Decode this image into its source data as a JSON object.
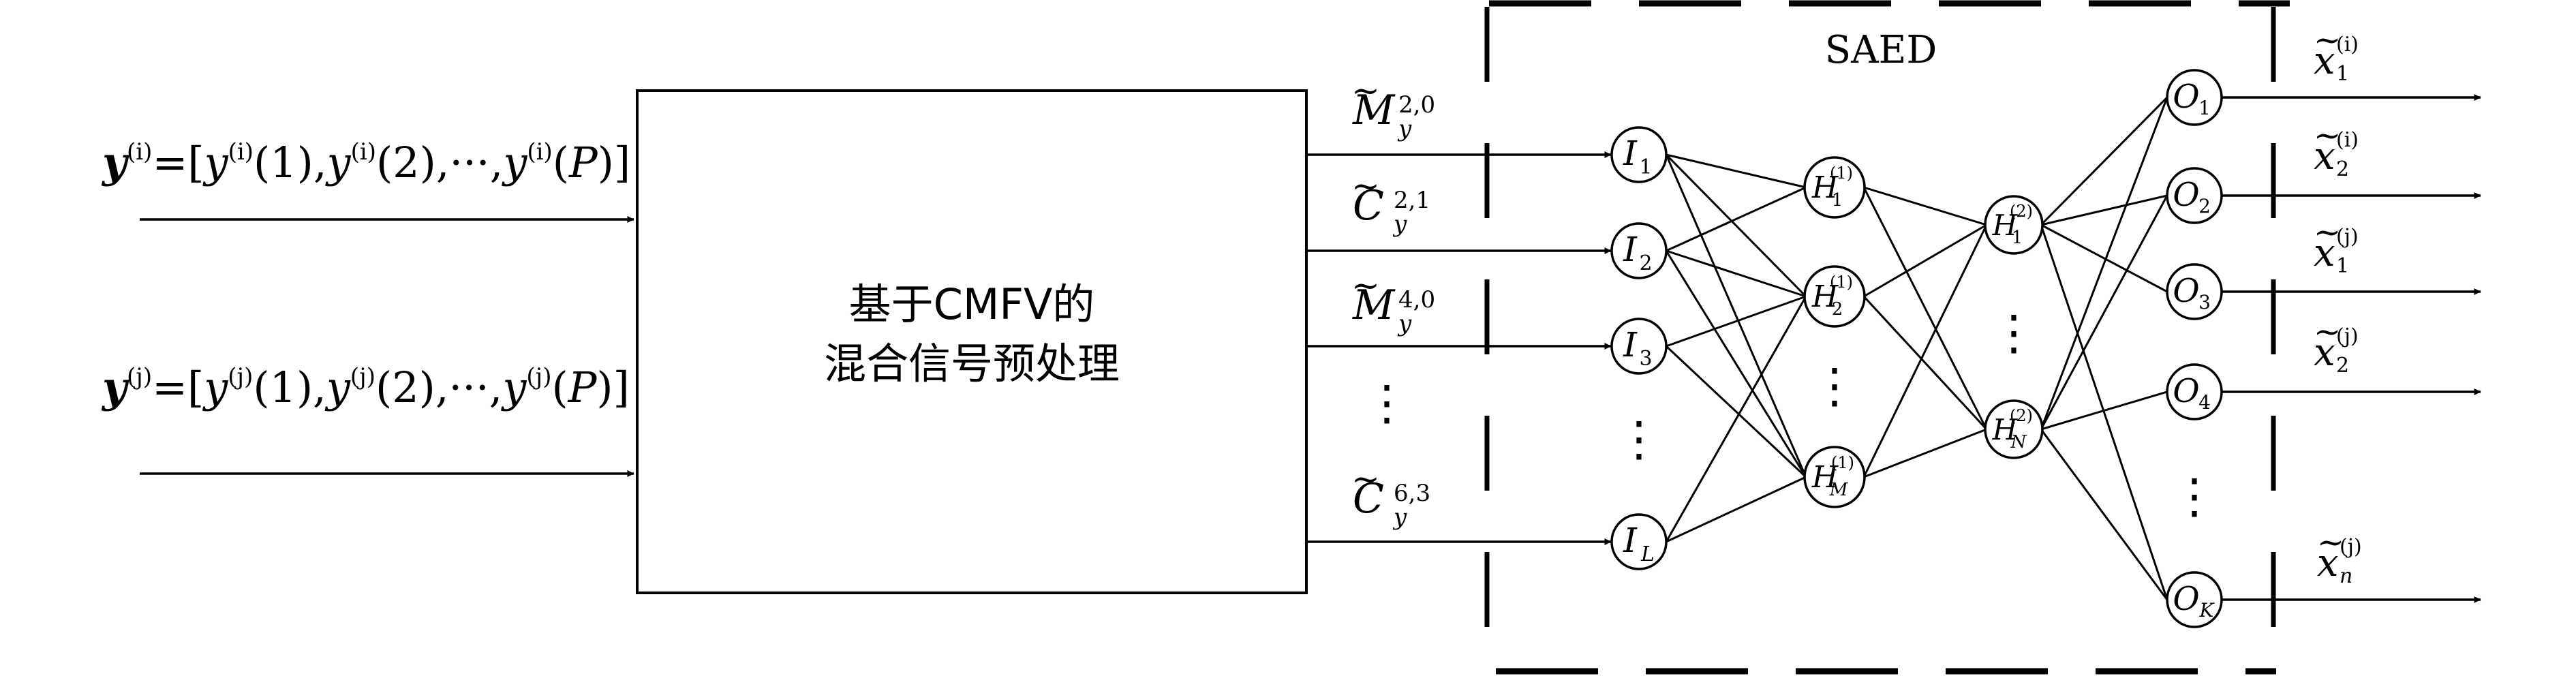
{
  "diagram": {
    "box_title": "SAED",
    "preprocess": {
      "line1": "基于CMFV的",
      "line2": "混合信号预处理"
    },
    "inputs": [
      {
        "bold": "y",
        "sup": "(i)",
        "eq": "=[",
        "body": "y",
        "sup2": "(i)",
        "t1": "(1),",
        "body2": "y",
        "sup3": "(i)",
        "t2": "(2),···,",
        "body3": "y",
        "sup4": "(i)",
        "t3": "(",
        "P": "P",
        "t4": ")]"
      },
      {
        "bold": "y",
        "sup": "(j)",
        "eq": "=[",
        "body": "y",
        "sup2": "(j)",
        "t1": "(1),",
        "body2": "y",
        "sup3": "(j)",
        "t2": "(2),···,",
        "body3": "y",
        "sup4": "(j)",
        "t3": "(",
        "P": "P",
        "t4": ")]"
      }
    ],
    "features": [
      {
        "accent": "~",
        "base": "M",
        "sub": "y",
        "sup": "2,0"
      },
      {
        "accent": "~",
        "base": "C",
        "sub": "y",
        "sup": "2,1"
      },
      {
        "accent": "~",
        "base": "M",
        "sub": "y",
        "sup": "4,0"
      },
      {
        "accent": "~",
        "base": "C",
        "sub": "y",
        "sup": "6,3"
      }
    ],
    "input_nodes": [
      {
        "base": "I",
        "sub": "1"
      },
      {
        "base": "I",
        "sub": "2"
      },
      {
        "base": "I",
        "sub": "3"
      },
      {
        "base": "I",
        "sub": "L"
      }
    ],
    "hidden1_nodes": [
      {
        "base": "H",
        "sub": "1",
        "sup": "(1)"
      },
      {
        "base": "H",
        "sub": "2",
        "sup": "(1)"
      },
      {
        "base": "H",
        "sub": "M",
        "sup": "(1)"
      }
    ],
    "hidden2_nodes": [
      {
        "base": "H",
        "sub": "1",
        "sup": "(2)"
      },
      {
        "base": "H",
        "sub": "N",
        "sup": "(2)"
      }
    ],
    "output_nodes": [
      {
        "base": "O",
        "sub": "1"
      },
      {
        "base": "O",
        "sub": "2"
      },
      {
        "base": "O",
        "sub": "3"
      },
      {
        "base": "O",
        "sub": "4"
      },
      {
        "base": "O",
        "sub": "K"
      }
    ],
    "outputs": [
      {
        "accent": "~",
        "base": "x",
        "sub": "1",
        "sup": "(i)"
      },
      {
        "accent": "~",
        "base": "x",
        "sub": "2",
        "sup": "(i)"
      },
      {
        "accent": "~",
        "base": "x",
        "sub": "1",
        "sup": "(j)"
      },
      {
        "accent": "~",
        "base": "x",
        "sub": "2",
        "sup": "(j)"
      },
      {
        "accent": "~",
        "base": "x",
        "sub": "n",
        "sup": "(j)"
      }
    ],
    "ellipsis": "⋮"
  }
}
